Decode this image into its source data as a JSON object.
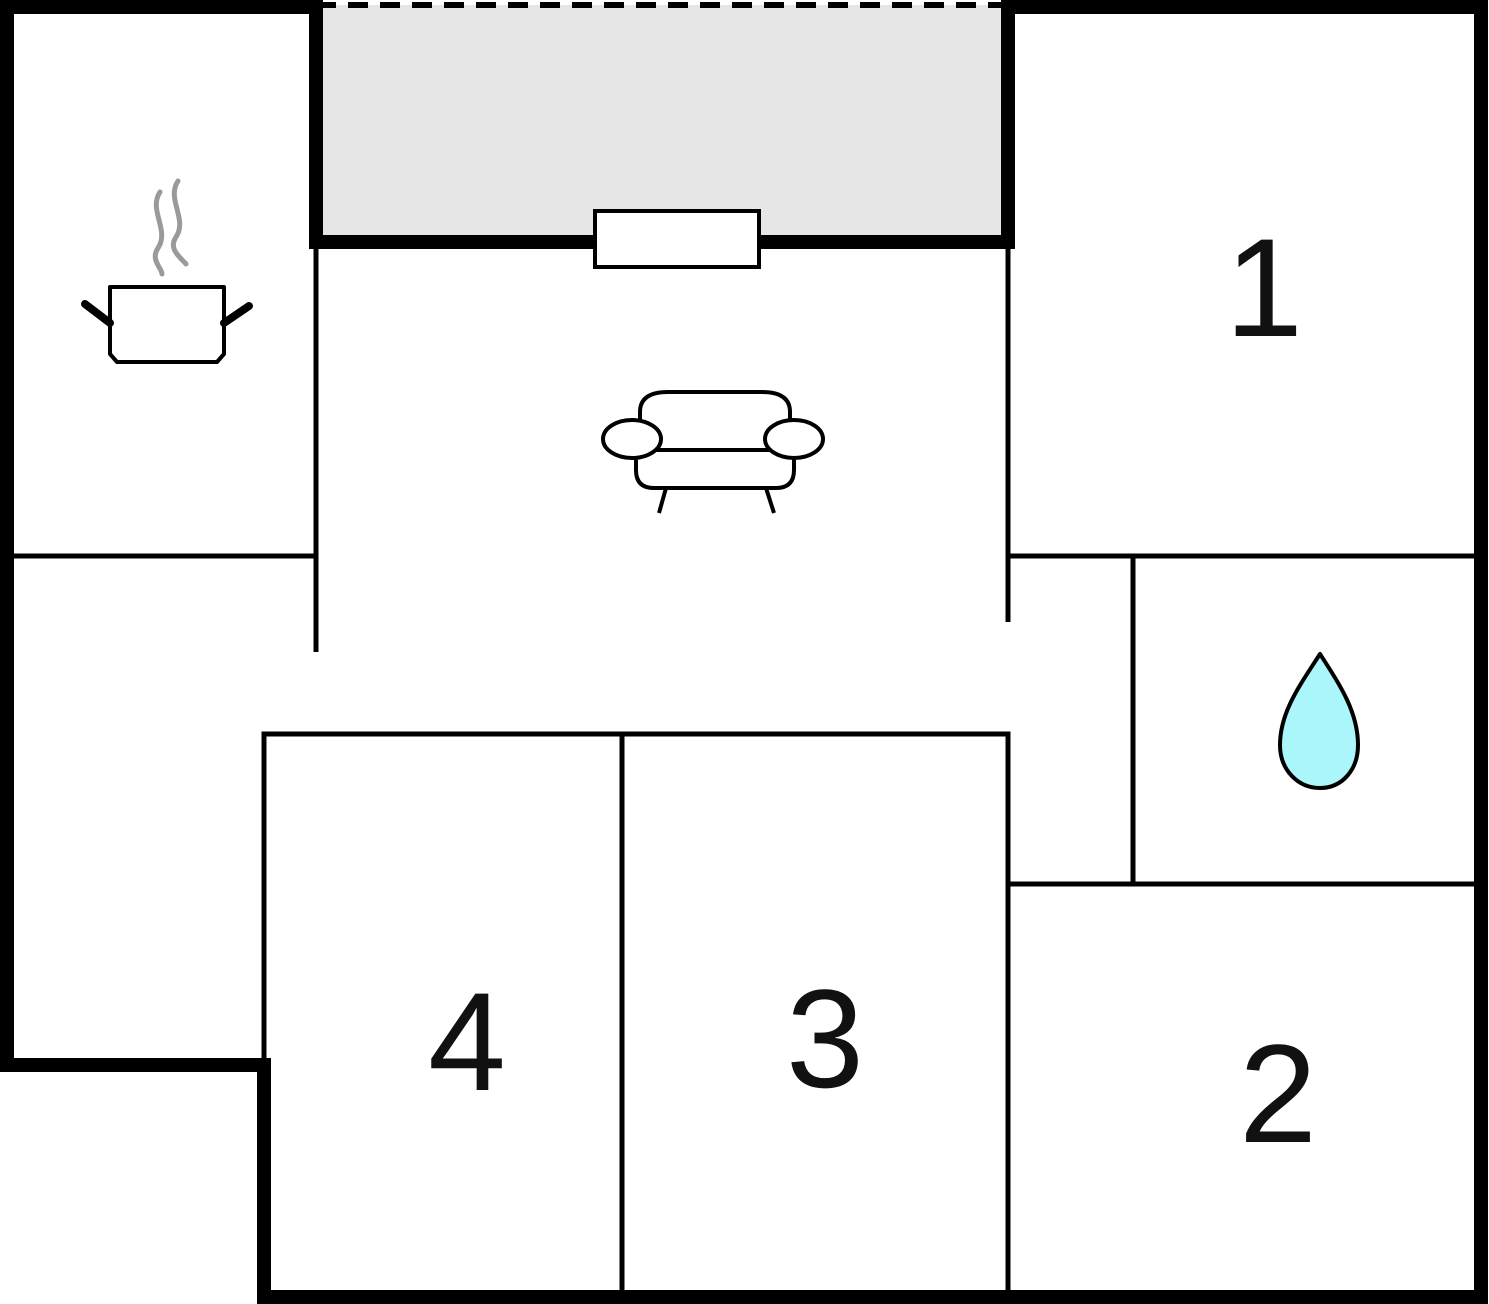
{
  "floorplan": {
    "rooms": [
      {
        "id": "bedroom-1",
        "label": "1"
      },
      {
        "id": "bedroom-2",
        "label": "2"
      },
      {
        "id": "bedroom-3",
        "label": "3"
      },
      {
        "id": "bedroom-4",
        "label": "4"
      }
    ],
    "icons": {
      "kitchen": "cooking-pot-icon",
      "living": "sofa-icon",
      "bathroom": "water-drop-icon"
    },
    "colors": {
      "wall": "#000000",
      "terrace_fill": "#e6e6e6",
      "water_drop": "#aaf6fb",
      "steam": "#9a9a9a",
      "background": "#ffffff"
    }
  }
}
